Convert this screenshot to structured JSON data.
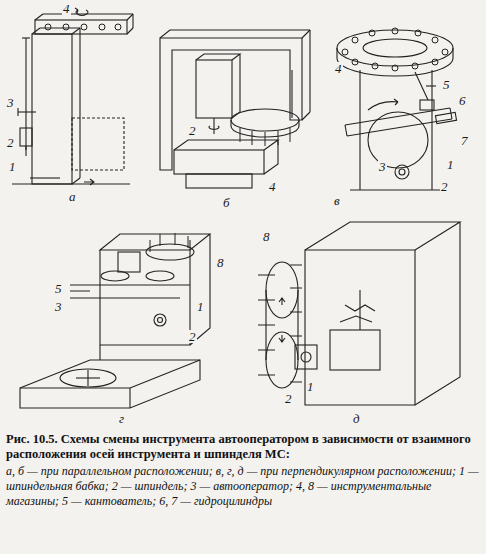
{
  "diagram": {
    "caption": "Рис. 10.5. Схемы смены инструмента автооператором в зависимости от взаимного расположения осей инструмента и шпинделя МС:",
    "labels": [
      "4",
      "3",
      "2",
      "1",
      "а",
      "2",
      "4",
      "б",
      "4",
      "5",
      "6",
      "7",
      "3",
      "1",
      "2",
      "в",
      "8",
      "5",
      "3",
      "1",
      "2",
      "г",
      "8",
      "1",
      "2",
      "д",
      "а, б — при параллельном расположении; в, г, д — при перпендикулярном расположении; 1 — шпиндельная бабка; 2 — шпиндель; 3 — автооператор; 4, 8 — инструментальные магазины; 5 — кантователь; 6, 7 — гидроцилиндры"
    ]
  }
}
